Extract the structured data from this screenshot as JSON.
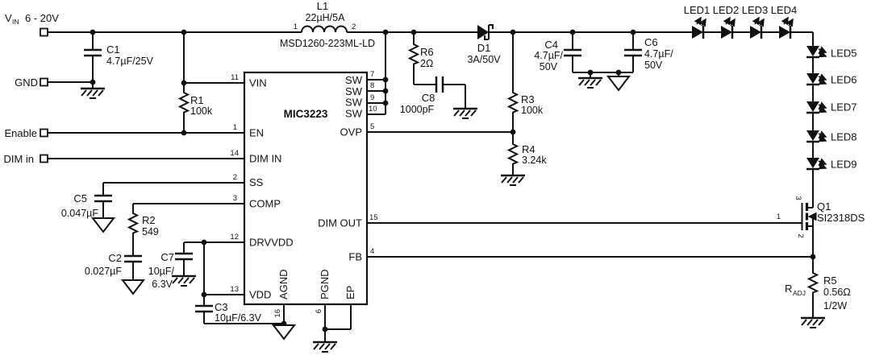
{
  "colors": {
    "ink": "#111111",
    "bg": "#ffffff"
  },
  "io": {
    "vin_v": "V",
    "vin_sub": "IN",
    "vin_range": "6 - 20V",
    "gnd": "GND",
    "enable": "Enable",
    "dim_in": "DIM in"
  },
  "ic": {
    "name": "MIC3223",
    "pins": {
      "vin": {
        "num": "11",
        "label": "VIN"
      },
      "en": {
        "num": "1",
        "label": "EN"
      },
      "dim_in": {
        "num": "14",
        "label": "DIM IN"
      },
      "ss": {
        "num": "2",
        "label": "SS"
      },
      "comp": {
        "num": "3",
        "label": "COMP"
      },
      "drvvdd": {
        "num": "12",
        "label": "DRVVDD"
      },
      "vdd": {
        "num": "13",
        "label": "VDD"
      },
      "sw1": {
        "num": "7",
        "label": "SW"
      },
      "sw2": {
        "num": "8",
        "label": "SW"
      },
      "sw3": {
        "num": "9",
        "label": "SW"
      },
      "sw4": {
        "num": "10",
        "label": "SW"
      },
      "ovp": {
        "num": "5",
        "label": "OVP"
      },
      "dim_out": {
        "num": "15",
        "label": "DIM OUT"
      },
      "fb": {
        "num": "4",
        "label": "FB"
      },
      "agnd": {
        "num": "16",
        "label": "AGND"
      },
      "pgnd": {
        "num": "6",
        "label": "PGND"
      },
      "ep": {
        "label": "EP"
      }
    }
  },
  "components": {
    "c1": {
      "ref": "C1",
      "value": "4.7µF/25V"
    },
    "r1": {
      "ref": "R1",
      "value": "100k"
    },
    "l1": {
      "ref": "L1",
      "value": "22µH/5A",
      "part": "MSD1260-223ML-LD",
      "pin1": "1",
      "pin2": "2"
    },
    "r6": {
      "ref": "R6",
      "value": "2Ω"
    },
    "c8": {
      "ref": "C8",
      "value": "1000pF"
    },
    "d1": {
      "ref": "D1",
      "value": "3A/50V"
    },
    "r3": {
      "ref": "R3",
      "value": "100k"
    },
    "r4": {
      "ref": "R4",
      "value": "3.24k"
    },
    "c4": {
      "ref": "C4",
      "value_line1": "4.7µF/",
      "value_line2": "50V"
    },
    "c6": {
      "ref": "C6",
      "value_line1": "4.7µF/",
      "value_line2": "50V"
    },
    "c5": {
      "ref": "C5",
      "value": "0.047µF"
    },
    "r2": {
      "ref": "R2",
      "value": "549"
    },
    "c2": {
      "ref": "C2",
      "value": "0.027µF"
    },
    "c7": {
      "ref": "C7",
      "value_line1": "10µF/",
      "value_line2": "6.3V"
    },
    "c3": {
      "ref": "C3",
      "value": "10µF/6.3V"
    },
    "q1": {
      "ref": "Q1",
      "part": "SI2318DS",
      "pin_drain": "3",
      "pin_gate": "1",
      "pin_source": "2"
    },
    "r5": {
      "ref": "R5",
      "value": "0.56Ω",
      "power": "1/2W",
      "adj_prefix": "R",
      "adj_sub": "ADJ"
    }
  },
  "leds": [
    "LED1",
    "LED2",
    "LED3",
    "LED4",
    "LED5",
    "LED6",
    "LED7",
    "LED8",
    "LED9"
  ]
}
